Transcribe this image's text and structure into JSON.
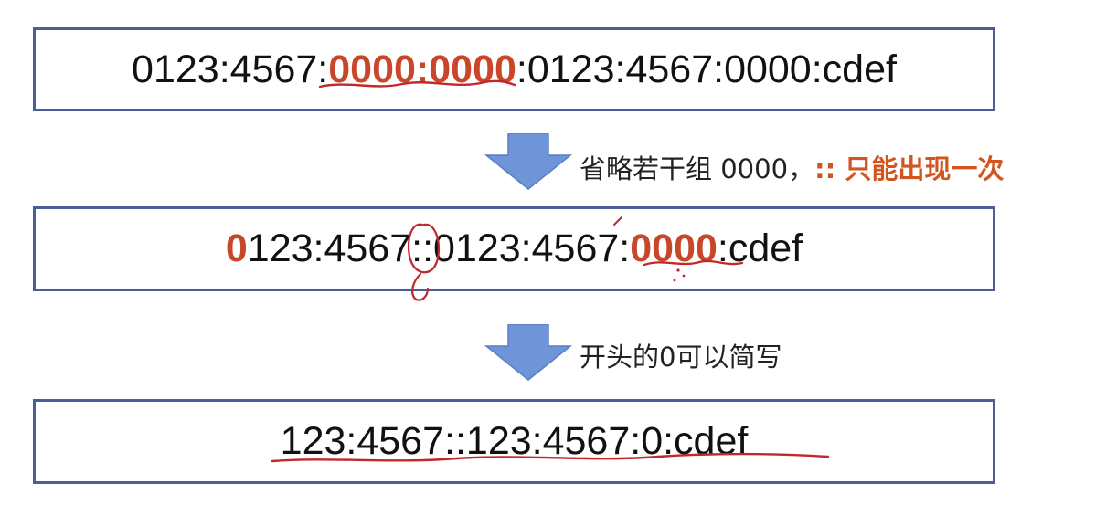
{
  "rows": [
    {
      "segments": [
        {
          "text": "0123:4567:",
          "highlight": false
        },
        {
          "text": "0000:0000",
          "highlight": true
        },
        {
          "text": ":0123:4567:0000:cdef",
          "highlight": false
        }
      ]
    },
    {
      "segments": [
        {
          "text": "0",
          "highlight": true
        },
        {
          "text": "123:4567::0123:4567:",
          "highlight": false
        },
        {
          "text": "0000",
          "highlight": true
        },
        {
          "text": ":cdef",
          "highlight": false
        }
      ]
    },
    {
      "segments": [
        {
          "text": "123:4567::123:4567:0:cdef",
          "highlight": false
        }
      ]
    }
  ],
  "notes": {
    "first": {
      "plain": "省略若干组 0000，",
      "highlight": ":: 只能出现一次"
    },
    "second": {
      "plain": "开头的0可以简写"
    }
  },
  "colors": {
    "border": "#4a5e9a",
    "arrow": "#6f94d8",
    "highlight": "#c8462a",
    "ink": "#c0282c"
  }
}
